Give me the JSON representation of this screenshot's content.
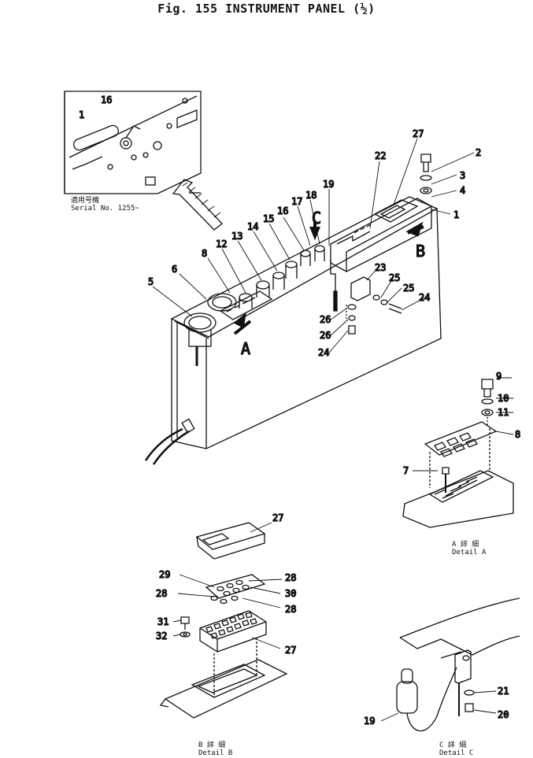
{
  "title": "Fig. 155  INSTRUMENT PANEL (½)",
  "serial": {
    "jp": "適用号機",
    "en": "Serial No. 1255~"
  },
  "detail_labels": {
    "A": {
      "jp": "A 詳 細",
      "en": "Detail A"
    },
    "B": {
      "jp": "B 詳 細",
      "en": "Detail B"
    },
    "C": {
      "jp": "C 詳 細",
      "en": "Detail C"
    }
  },
  "view_letters": [
    "A",
    "B",
    "C"
  ],
  "callouts_main": [
    "1",
    "2",
    "3",
    "4",
    "5",
    "6",
    "8",
    "12",
    "13",
    "14",
    "15",
    "16",
    "17",
    "18",
    "19",
    "22",
    "23",
    "24",
    "24",
    "25",
    "25",
    "26",
    "26",
    "27"
  ],
  "callouts_inset": [
    "1",
    "16"
  ],
  "callouts_detail_a": [
    "7",
    "8",
    "9",
    "10",
    "11"
  ],
  "callouts_detail_b": [
    "27",
    "27",
    "28",
    "28",
    "28",
    "29",
    "30",
    "31",
    "32"
  ],
  "callouts_detail_c": [
    "19",
    "20",
    "21"
  ]
}
